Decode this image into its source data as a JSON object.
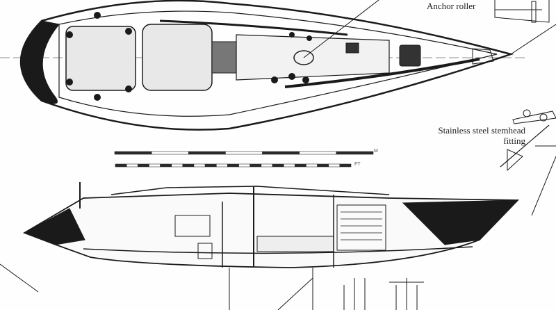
{
  "labels": {
    "anchor_roller": "Anchor roller",
    "stemhead_fitting": "Stainless steel stemhead fitting"
  },
  "scale_bars": [
    {
      "unit": "M",
      "segments": 7
    },
    {
      "unit": "FT",
      "segments": 21
    }
  ],
  "colors": {
    "ink": "#1a1a1a",
    "paper": "#fefefe",
    "fill": "#2a2a2a"
  }
}
